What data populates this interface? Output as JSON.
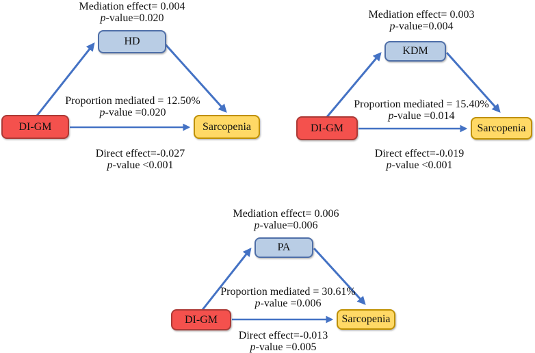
{
  "p_symbol": "p",
  "colors": {
    "exposure_fill": "#f4514d",
    "exposure_border": "#ac3a36",
    "mediator_fill": "#b9cde5",
    "mediator_border": "#4f6fa8",
    "outcome_fill": "#ffd966",
    "outcome_border": "#bf9000",
    "arrow": "#4472c4"
  },
  "diagrams": [
    {
      "name": "HD mediation",
      "exposure": "DI-GM",
      "mediator": "HD",
      "outcome": "Sarcopenia",
      "mediation_effect": "Mediation effect= 0.004",
      "mediation_p_rest": "-value=0.020",
      "proportion": "Proportion mediated = 12.50%",
      "proportion_p_rest": "-value =0.020",
      "direct": "Direct effect=-0.027",
      "direct_p_rest": "-value <0.001"
    },
    {
      "name": "KDM mediation",
      "exposure": "DI-GM",
      "mediator": "KDM",
      "outcome": "Sarcopenia",
      "mediation_effect": "Mediation effect= 0.003",
      "mediation_p_rest": "-value=0.004",
      "proportion": "Proportion mediated = 15.40%",
      "proportion_p_rest": "-value =0.014",
      "direct": "Direct effect=-0.019",
      "direct_p_rest": "-value <0.001"
    },
    {
      "name": "PA mediation",
      "exposure": "DI-GM",
      "mediator": "PA",
      "outcome": "Sarcopenia",
      "mediation_effect": "Mediation effect= 0.006",
      "mediation_p_rest": "-value=0.006",
      "proportion": "Proportion mediated = 30.61%",
      "proportion_p_rest": "-value =0.006",
      "direct": "Direct effect=-0.013",
      "direct_p_rest": "-value =0.005"
    }
  ]
}
